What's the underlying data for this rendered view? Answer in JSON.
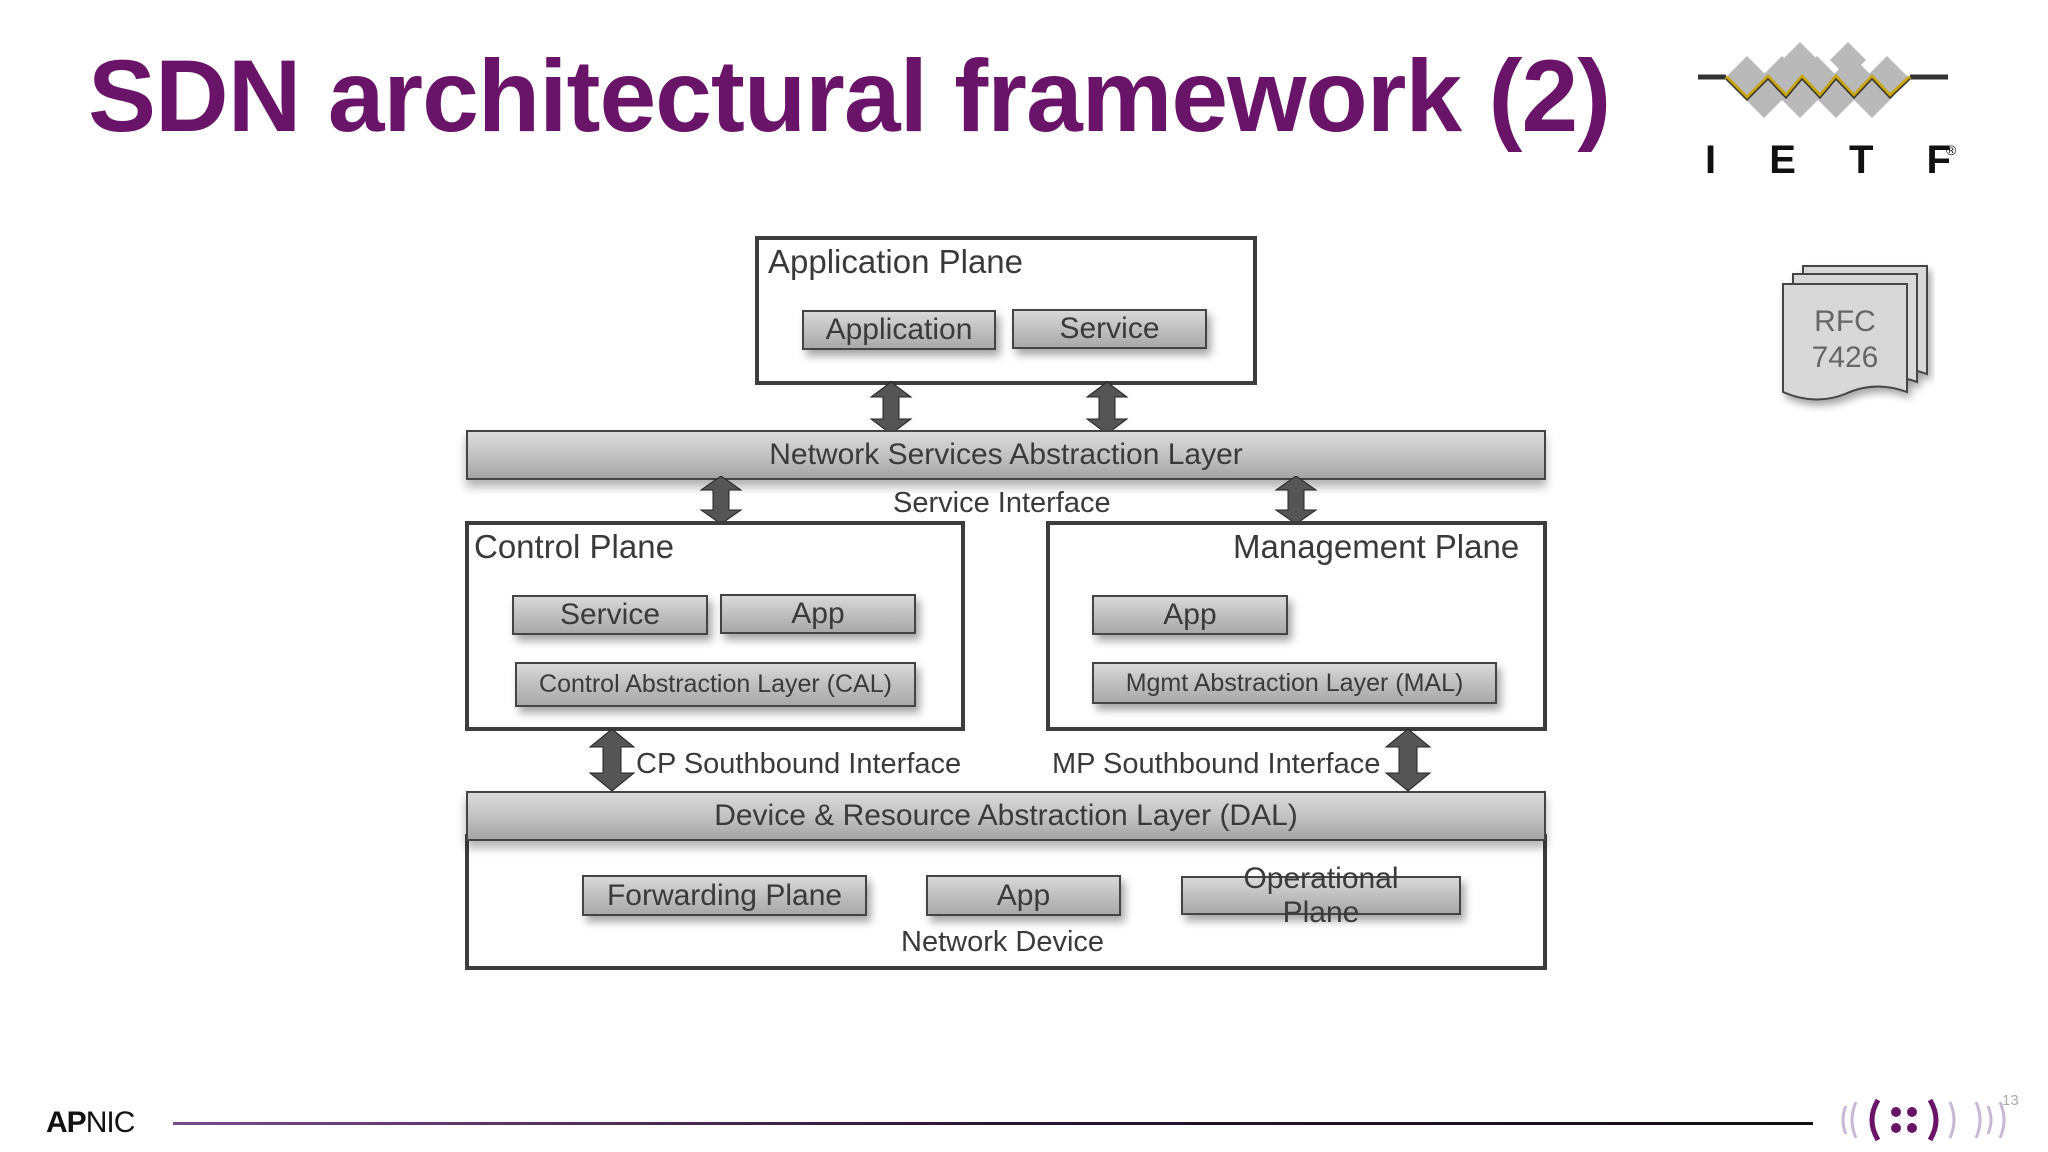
{
  "title": "SDN architectural framework (2)",
  "ietf_logo": {
    "letters": [
      "I",
      "E",
      "T",
      "F"
    ],
    "mark": "®",
    "icon": "ietf-diamond-logo"
  },
  "rfc_badge": {
    "line1": "RFC",
    "line2": "7426",
    "icon": "document-stack-icon"
  },
  "diagram": {
    "application_plane": {
      "title": "Application Plane",
      "items": [
        "Application",
        "Service"
      ]
    },
    "nsal": "Network Services Abstraction Layer",
    "service_interface": "Service Interface",
    "control_plane": {
      "title": "Control Plane",
      "items": [
        "Service",
        "App"
      ],
      "cal": "Control Abstraction Layer (CAL)"
    },
    "management_plane": {
      "title": "Management Plane",
      "items": [
        "App"
      ],
      "mal": "Mgmt Abstraction Layer (MAL)"
    },
    "cp_southbound": "CP Southbound Interface",
    "mp_southbound": "MP Southbound Interface",
    "dal": "Device & Resource Abstraction Layer (DAL)",
    "network_device": {
      "title": "Network Device",
      "items": [
        "Forwarding Plane",
        "App",
        "Operational Plane"
      ]
    }
  },
  "footer": {
    "brand_bold": "AP",
    "brand_rest": "NIC",
    "page_number": "13",
    "partner_icon": "ipv6-signal-logo"
  },
  "colors": {
    "title": "#6a1469",
    "ietf_gold": "#c9a400",
    "ietf_diamond": "#b8b8b8",
    "box_fill": "#bdbdbd",
    "arrow": "#555555"
  }
}
